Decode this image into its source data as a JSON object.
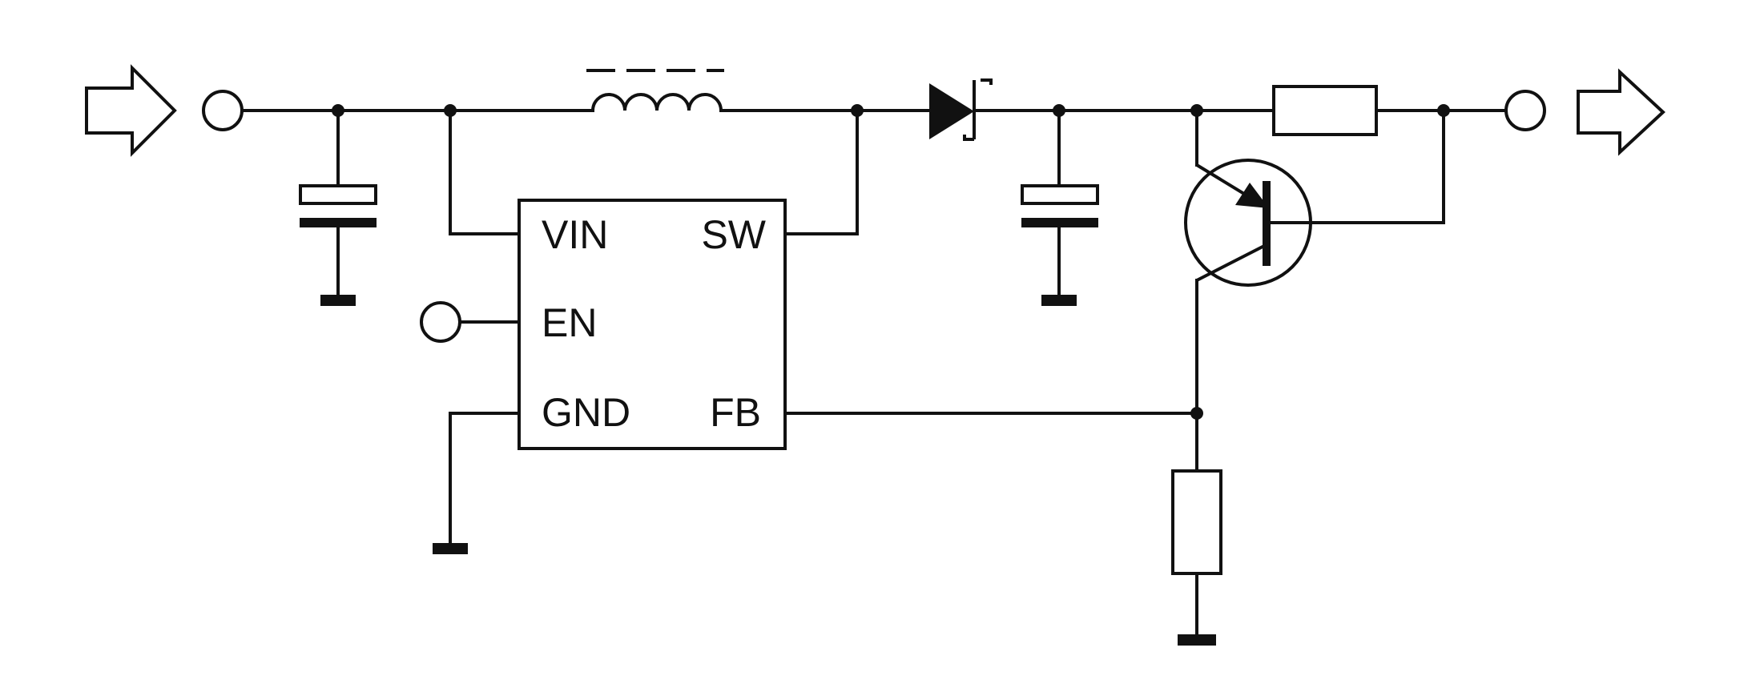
{
  "ic": {
    "pins": {
      "vin": "VIN",
      "sw": "SW",
      "en": "EN",
      "gnd": "GND",
      "fb": "FB"
    }
  },
  "colors": {
    "line": "#111111",
    "background": "#ffffff"
  }
}
